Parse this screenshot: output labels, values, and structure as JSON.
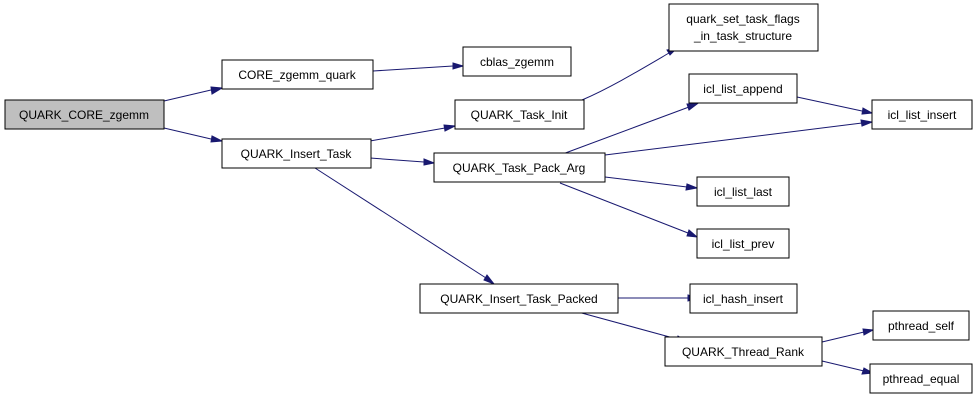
{
  "nodes": {
    "quark_core_zgemm": {
      "label": "QUARK_CORE_zgemm"
    },
    "core_zgemm_quark": {
      "label": "CORE_zgemm_quark"
    },
    "cblas_zgemm": {
      "label": "cblas_zgemm"
    },
    "quark_insert_task": {
      "label": "QUARK_Insert_Task"
    },
    "quark_task_init": {
      "label": "QUARK_Task_Init"
    },
    "quark_set_task_flags": {
      "line1": "quark_set_task_flags",
      "line2": "_in_task_structure"
    },
    "quark_task_pack_arg": {
      "label": "QUARK_Task_Pack_Arg"
    },
    "icl_list_append": {
      "label": "icl_list_append"
    },
    "icl_list_insert": {
      "label": "icl_list_insert"
    },
    "icl_list_last": {
      "label": "icl_list_last"
    },
    "icl_list_prev": {
      "label": "icl_list_prev"
    },
    "quark_insert_task_packed": {
      "label": "QUARK_Insert_Task_Packed"
    },
    "icl_hash_insert": {
      "label": "icl_hash_insert"
    },
    "quark_thread_rank": {
      "label": "QUARK_Thread_Rank"
    },
    "pthread_self": {
      "label": "pthread_self"
    },
    "pthread_equal": {
      "label": "pthread_equal"
    }
  },
  "edges": [
    {
      "from": "quark_core_zgemm",
      "to": "core_zgemm_quark"
    },
    {
      "from": "quark_core_zgemm",
      "to": "quark_insert_task"
    },
    {
      "from": "core_zgemm_quark",
      "to": "cblas_zgemm"
    },
    {
      "from": "quark_insert_task",
      "to": "quark_task_init"
    },
    {
      "from": "quark_insert_task",
      "to": "quark_task_pack_arg"
    },
    {
      "from": "quark_insert_task",
      "to": "quark_insert_task_packed"
    },
    {
      "from": "quark_task_init",
      "to": "quark_set_task_flags"
    },
    {
      "from": "quark_task_pack_arg",
      "to": "icl_list_append"
    },
    {
      "from": "quark_task_pack_arg",
      "to": "icl_list_insert"
    },
    {
      "from": "quark_task_pack_arg",
      "to": "icl_list_last"
    },
    {
      "from": "quark_task_pack_arg",
      "to": "icl_list_prev"
    },
    {
      "from": "icl_list_append",
      "to": "icl_list_insert"
    },
    {
      "from": "quark_insert_task_packed",
      "to": "icl_hash_insert"
    },
    {
      "from": "quark_insert_task_packed",
      "to": "quark_thread_rank"
    },
    {
      "from": "quark_thread_rank",
      "to": "pthread_self"
    },
    {
      "from": "quark_thread_rank",
      "to": "pthread_equal"
    }
  ],
  "colors": {
    "edge": "#191970",
    "root_fill": "#bfbfbf",
    "node_fill": "#ffffff",
    "node_border": "#000000"
  }
}
